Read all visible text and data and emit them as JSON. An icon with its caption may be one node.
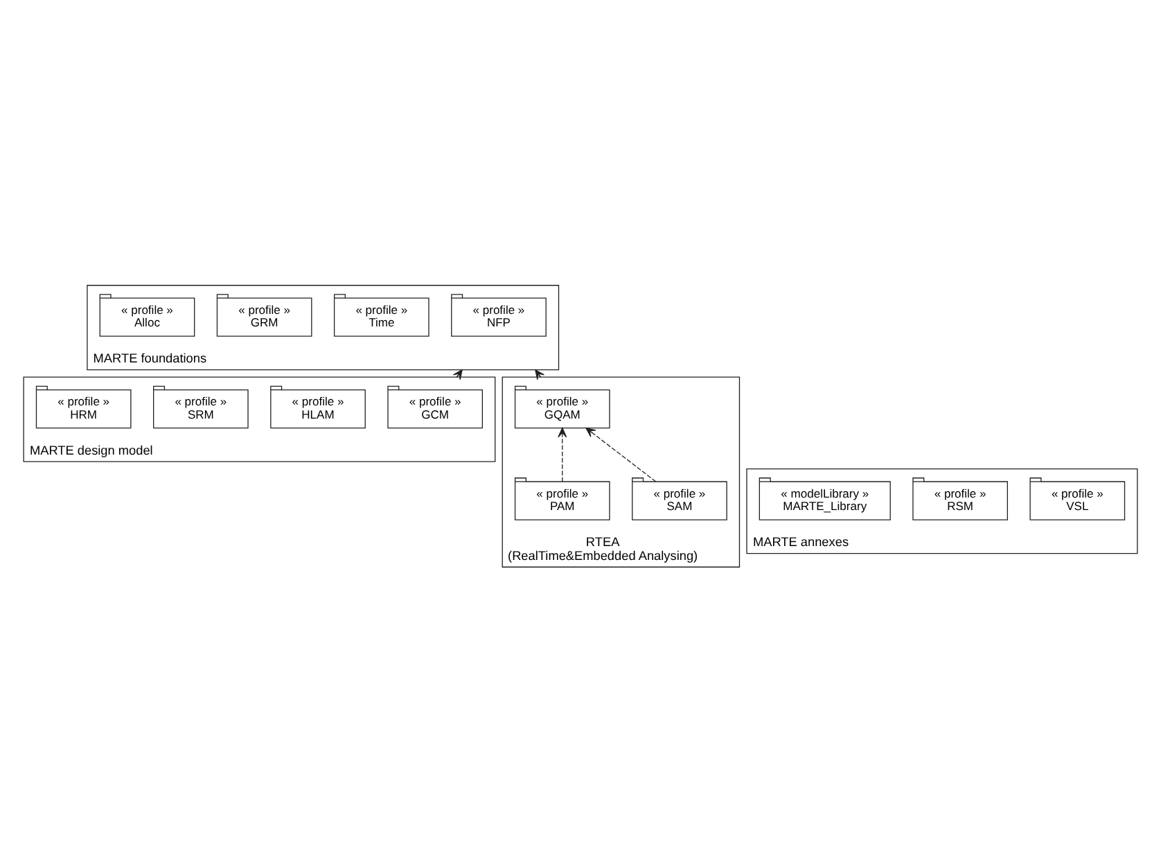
{
  "diagram": {
    "nodes": [
      {
        "text": [
          "MARTE foundations"
        ]
      },
      {
        "text": [
          "« profile »",
          "NFP"
        ],
        "in": 0
      },
      {
        "text": [
          "« profile »",
          "Time"
        ],
        "in": 0
      },
      {
        "text": [
          "« profile »",
          "GRM"
        ],
        "in": 0
      },
      {
        "text": [
          "« profile »",
          "Alloc"
        ],
        "in": 0
      },
      {
        "text": [
          "MARTE design model"
        ]
      },
      {
        "text": [
          "« profile »",
          "GCM"
        ],
        "in": 5
      },
      {
        "text": [
          "« profile »",
          "HLAM"
        ],
        "in": 5
      },
      {
        "text": [
          "« profile »",
          "SRM"
        ],
        "in": 5
      },
      {
        "text": [
          "« profile »",
          "HRM"
        ],
        "in": 5
      },
      {
        "text": [
          "RTEA",
          "(RealTime&Embedded Analysing)"
        ]
      },
      {
        "text": [
          "« profile »",
          "GQAM"
        ],
        "in": 10
      },
      {
        "text": [
          "« profile »",
          "SAM"
        ],
        "in": 10
      },
      {
        "text": [
          "« profile »",
          "PAM"
        ],
        "in": 10
      },
      {
        "text": [
          "MARTE annexes"
        ]
      },
      {
        "text": [
          "« profile »",
          "VSL"
        ],
        "in": 14
      },
      {
        "text": [
          "« profile »",
          "RSM"
        ],
        "in": 14
      },
      {
        "text": [
          "« modelLibrary »",
          "MARTE_Library"
        ],
        "in": 14
      }
    ],
    "edges": [
      {
        "from": 5,
        "to": 0,
        "arrow": "to",
        "style": "dashed"
      },
      {
        "from": 10,
        "to": 0,
        "arrow": "to",
        "style": "dashed"
      },
      {
        "from": 12,
        "to": 11,
        "arrow": "to",
        "style": "dashed"
      },
      {
        "from": 13,
        "to": 11,
        "arrow": "to",
        "style": "dashed"
      }
    ]
  }
}
